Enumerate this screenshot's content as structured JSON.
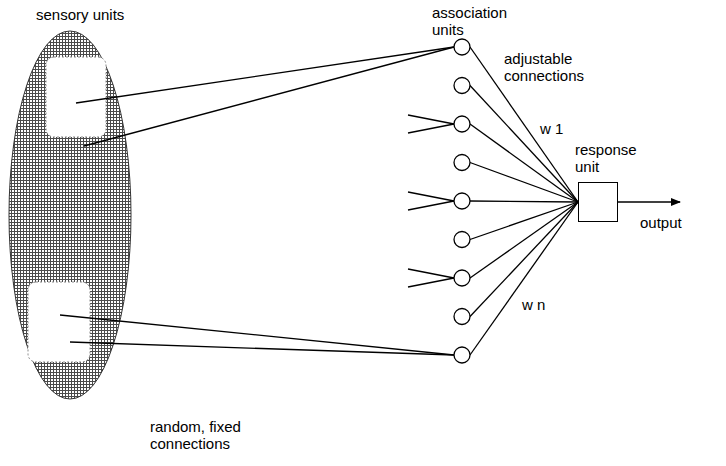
{
  "diagram": {
    "nodes": [
      {
        "text": [
          "sensory units"
        ]
      },
      {
        "text": [
          "response unit"
        ]
      }
    ],
    "labels": [
      "association units",
      "adjustable connections",
      "w 1",
      "w n",
      "output",
      "random, fixed connections"
    ]
  }
}
